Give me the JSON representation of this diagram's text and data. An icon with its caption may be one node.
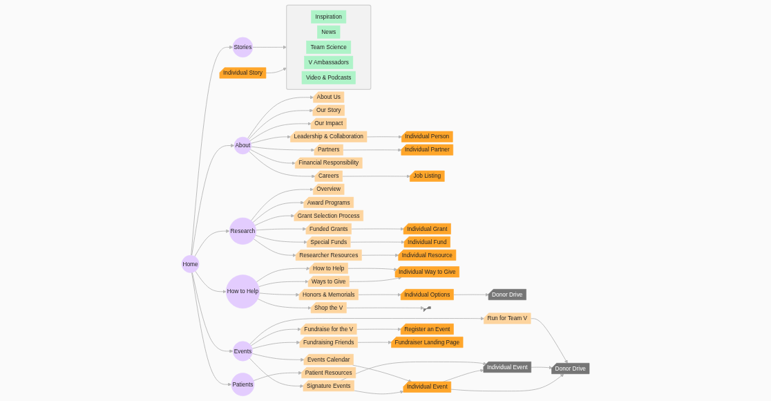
{
  "diagram": {
    "nodes": [
      {
        "text": [
          "Home"
        ]
      },
      {
        "text": [
          "About"
        ]
      },
      {
        "text": [
          "Research"
        ]
      },
      {
        "text": [
          "How to Help"
        ]
      },
      {
        "text": [
          "About Us"
        ]
      },
      {
        "text": [
          "Our Story"
        ]
      },
      {
        "text": [
          "Our Impact"
        ]
      },
      {
        "text": [
          "Leadership & Collaboration"
        ]
      },
      {
        "text": [
          "Partners"
        ]
      },
      {
        "text": [
          "Financial Responsibility"
        ]
      },
      {
        "text": [
          "Careers"
        ]
      },
      {
        "text": [
          "Individual Person"
        ]
      },
      {
        "text": [
          "Individual Partner"
        ]
      },
      {
        "text": [
          "Job Listing"
        ]
      },
      {
        "text": [
          "Overview"
        ]
      },
      {
        "text": [
          "Award Programs"
        ]
      },
      {
        "text": [
          "Grant Selection Process"
        ]
      },
      {
        "text": [
          "Funded Grants"
        ]
      },
      {
        "text": [
          "Special Funds"
        ]
      },
      {
        "text": [
          "Researcher Resources"
        ]
      },
      {
        "text": [
          "Individual Grant"
        ]
      },
      {
        "text": [
          "Individual Fund"
        ]
      },
      {
        "text": [
          "Individual Resource"
        ]
      },
      {
        "text": [
          "How to Help"
        ]
      },
      {
        "text": [
          "Ways to Give"
        ]
      },
      {
        "text": [
          "Honors & Memorials"
        ]
      },
      {
        "text": [
          "Shop the V"
        ]
      },
      {
        "text": [
          "Individual Way to Give"
        ]
      },
      {
        "text": [
          "Individual Options"
        ]
      },
      {
        "text": [],
        "shape": "box"
      },
      {
        "text": [
          "Donor Drive"
        ]
      },
      {
        "text": [
          "Stories"
        ]
      },
      {
        "text": [
          "Events"
        ]
      },
      {
        "text": [
          "Patients"
        ]
      },
      {
        "text": [],
        "shape": "box"
      },
      {
        "text": [
          "Inspiration"
        ],
        "in": 34
      },
      {
        "text": [
          "News"
        ],
        "in": 34
      },
      {
        "text": [
          "Team Science"
        ],
        "in": 34
      },
      {
        "text": [
          "V Ambassadors"
        ],
        "in": 34
      },
      {
        "text": [
          "Video & Podcasts"
        ],
        "in": 34
      },
      {
        "text": [
          "Individual Story"
        ]
      },
      {
        "text": [
          "Events Calendar"
        ]
      },
      {
        "text": [
          "Signature Events"
        ]
      },
      {
        "text": [
          "Run for Team V"
        ]
      },
      {
        "text": [
          "Fundraise for the V"
        ]
      },
      {
        "text": [
          "Fundraising Friends"
        ]
      },
      {
        "text": [
          "Individual Event"
        ]
      },
      {
        "text": [
          "Individual Event"
        ]
      },
      {
        "text": [
          "Donor Drive"
        ]
      },
      {
        "text": [
          "Register an Event"
        ]
      },
      {
        "text": [
          "Fundraiser Landing Page"
        ]
      },
      {
        "text": [
          "Patient Resources"
        ]
      }
    ],
    "edges": [
      {
        "from": 0,
        "to": 1,
        "arrow": "to"
      },
      {
        "from": 0,
        "to": 2,
        "arrow": "to"
      },
      {
        "from": 0,
        "to": 3,
        "arrow": "to"
      },
      {
        "from": 0,
        "to": 31,
        "arrow": "to"
      },
      {
        "from": 0,
        "to": 32,
        "arrow": "to"
      },
      {
        "from": 0,
        "to": 33,
        "arrow": "to"
      },
      {
        "from": 1,
        "to": 4,
        "arrow": "to"
      },
      {
        "from": 1,
        "to": 5,
        "arrow": "to"
      },
      {
        "from": 1,
        "to": 6,
        "arrow": "to"
      },
      {
        "from": 1,
        "to": 7,
        "arrow": "to"
      },
      {
        "from": 1,
        "to": 8,
        "arrow": "to"
      },
      {
        "from": 1,
        "to": 9,
        "arrow": "to"
      },
      {
        "from": 1,
        "to": 10,
        "arrow": "to"
      },
      {
        "from": 7,
        "to": 11,
        "arrow": "to"
      },
      {
        "from": 8,
        "to": 12,
        "arrow": "to"
      },
      {
        "from": 10,
        "to": 13,
        "arrow": "to"
      },
      {
        "from": 2,
        "to": 14,
        "arrow": "to"
      },
      {
        "from": 2,
        "to": 15,
        "arrow": "to"
      },
      {
        "from": 2,
        "to": 16,
        "arrow": "to"
      },
      {
        "from": 2,
        "to": 17,
        "arrow": "to"
      },
      {
        "from": 2,
        "to": 18,
        "arrow": "to"
      },
      {
        "from": 2,
        "to": 19,
        "arrow": "to"
      },
      {
        "from": 17,
        "to": 20,
        "arrow": "to"
      },
      {
        "from": 18,
        "to": 21,
        "arrow": "to"
      },
      {
        "from": 19,
        "to": 22,
        "arrow": "to"
      },
      {
        "from": 3,
        "to": 23,
        "arrow": "to"
      },
      {
        "from": 3,
        "to": 24,
        "arrow": "to"
      },
      {
        "from": 3,
        "to": 25,
        "arrow": "to"
      },
      {
        "from": 3,
        "to": 26,
        "arrow": "to"
      },
      {
        "from": 23,
        "to": 27,
        "arrow": "to"
      },
      {
        "from": 24,
        "to": 27,
        "arrow": "to"
      },
      {
        "from": 25,
        "to": 28,
        "arrow": "to"
      },
      {
        "from": 26,
        "to": 29,
        "arrow": "to"
      },
      {
        "from": 28,
        "to": 30,
        "arrow": "to"
      },
      {
        "from": 31,
        "to": 34,
        "arrow": "to"
      },
      {
        "from": 40,
        "to": 34,
        "arrow": "to"
      },
      {
        "from": 32,
        "to": 41,
        "arrow": "to"
      },
      {
        "from": 32,
        "to": 42,
        "arrow": "to"
      },
      {
        "from": 32,
        "to": 43,
        "arrow": "to"
      },
      {
        "from": 32,
        "to": 44,
        "arrow": "to"
      },
      {
        "from": 32,
        "to": 45,
        "arrow": "to"
      },
      {
        "from": 41,
        "to": 46,
        "arrow": "to"
      },
      {
        "from": 42,
        "to": 46,
        "arrow": "to"
      },
      {
        "from": 42,
        "to": 47,
        "arrow": "to"
      },
      {
        "from": 43,
        "to": 48,
        "arrow": "to"
      },
      {
        "from": 44,
        "to": 49,
        "arrow": "to"
      },
      {
        "from": 45,
        "to": 50,
        "arrow": "to"
      },
      {
        "from": 46,
        "to": 47,
        "arrow": "to"
      },
      {
        "from": 47,
        "to": 48,
        "arrow": "to"
      },
      {
        "from": 46,
        "to": 48,
        "arrow": "to"
      },
      {
        "from": 33,
        "to": 51,
        "arrow": "to"
      }
    ]
  }
}
